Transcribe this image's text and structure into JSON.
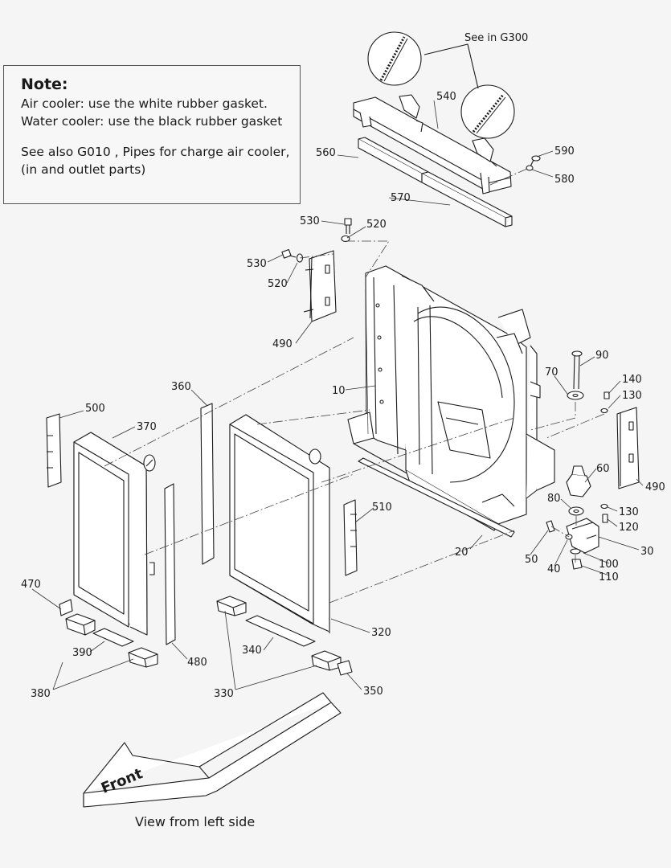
{
  "note": {
    "title": "Note:",
    "lines": [
      "Air cooler:  use the white rubber gasket.",
      "Water cooler:  use the black rubber gasket",
      "See also G010 , Pipes for charge air cooler,",
      "(in and outlet parts)"
    ]
  },
  "reference": "See in G300",
  "arrow_label": "Front",
  "caption": "View from left side",
  "part_labels": [
    "540",
    "560",
    "590",
    "580",
    "570",
    "530",
    "520",
    "530",
    "520",
    "490",
    "10",
    "90",
    "70",
    "140",
    "130",
    "360",
    "370",
    "500",
    "60",
    "80",
    "130",
    "120",
    "490",
    "510",
    "20",
    "50",
    "40",
    "100",
    "30",
    "110",
    "470",
    "390",
    "380",
    "480",
    "340",
    "320",
    "330",
    "350"
  ]
}
